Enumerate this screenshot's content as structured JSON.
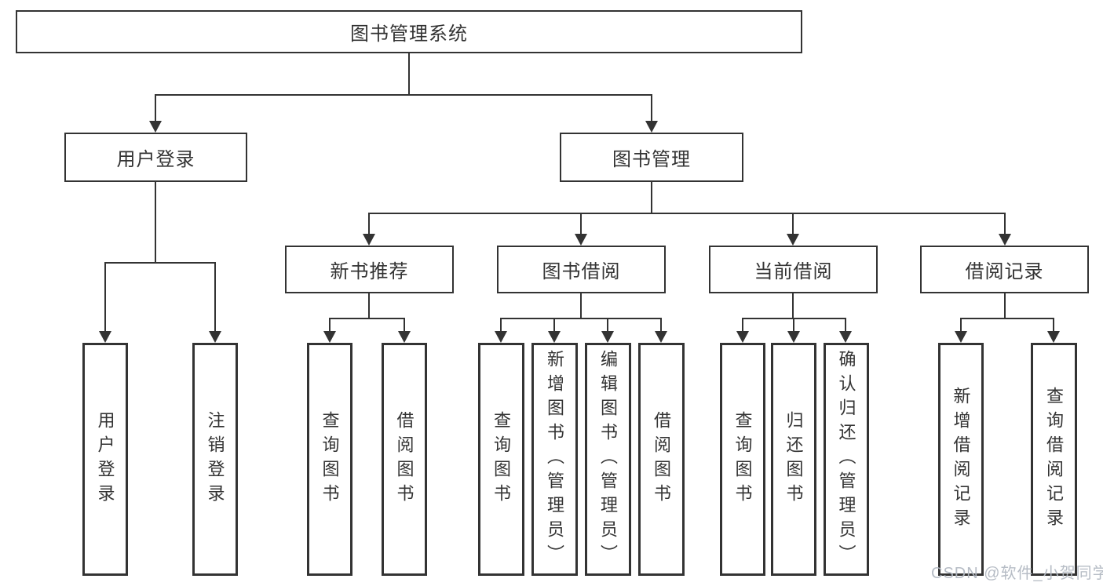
{
  "tree": {
    "root": {
      "label": "图书管理系统"
    },
    "branches": [
      {
        "label": "用户登录",
        "children": [
          {
            "label": "用户登录"
          },
          {
            "label": "注销登录"
          }
        ]
      },
      {
        "label": "图书管理",
        "children": [
          {
            "label": "新书推荐",
            "children": [
              {
                "label": "查询图书"
              },
              {
                "label": "借阅图书"
              }
            ]
          },
          {
            "label": "图书借阅",
            "children": [
              {
                "label": "查询图书"
              },
              {
                "label": "新增图书（管理员）"
              },
              {
                "label": "编辑图书（管理员）"
              },
              {
                "label": "借阅图书"
              }
            ]
          },
          {
            "label": "当前借阅",
            "children": [
              {
                "label": "查询图书"
              },
              {
                "label": "归还图书"
              },
              {
                "label": "确认归还（管理员）"
              }
            ]
          },
          {
            "label": "借阅记录",
            "children": [
              {
                "label": "新增借阅记录"
              },
              {
                "label": "查询借阅记录"
              }
            ]
          }
        ]
      }
    ]
  },
  "watermark": {
    "text": "CSDN @软件_小贺同学"
  },
  "colors": {
    "line": "#333333",
    "box_border": "#333333",
    "text": "#333333",
    "background": "#ffffff",
    "watermark": "#b2b8c2"
  }
}
